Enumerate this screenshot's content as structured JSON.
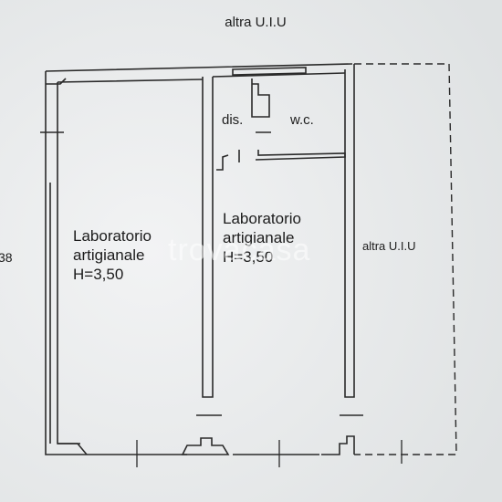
{
  "plan": {
    "top_label": "altra U.I.U",
    "left_edge_label": "38",
    "right_label": "altra U.I.U",
    "watermark": "trovacasa",
    "rooms": [
      {
        "name": "Laboratorio\nartigianale\nH=3,50"
      },
      {
        "name": "Laboratorio\nartigianale\nH=3,50"
      }
    ],
    "dis_label": "dis.",
    "wc_label": "w.c."
  },
  "colors": {
    "background": "#e9ebec",
    "wall": "#2a2a2a",
    "text": "#1c1c1c"
  }
}
